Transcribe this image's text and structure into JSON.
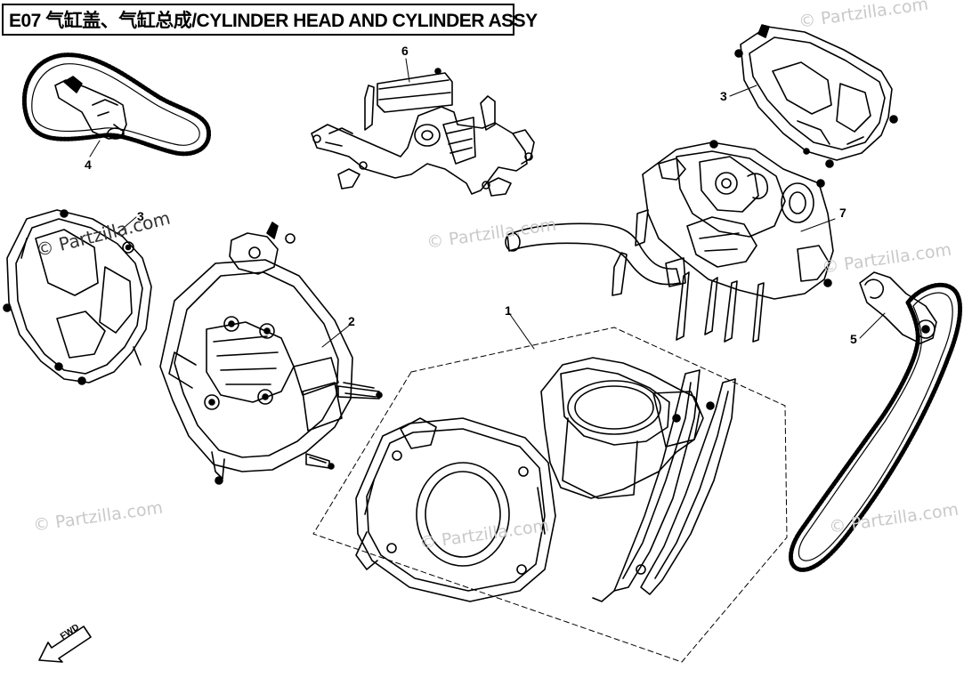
{
  "title": "E07 气缸盖、气缸总成/CYLINDER HEAD AND CYLINDER ASSY",
  "callouts": {
    "p1": "1",
    "p2": "2",
    "p3a": "3",
    "p3b": "3",
    "p4": "4",
    "p5": "5",
    "p6": "6",
    "p7": "7"
  },
  "fwd_label": "FWD",
  "watermark": "© Partzilla.com",
  "icons": {
    "fwd_arrow": "fwd-arrow-icon"
  }
}
